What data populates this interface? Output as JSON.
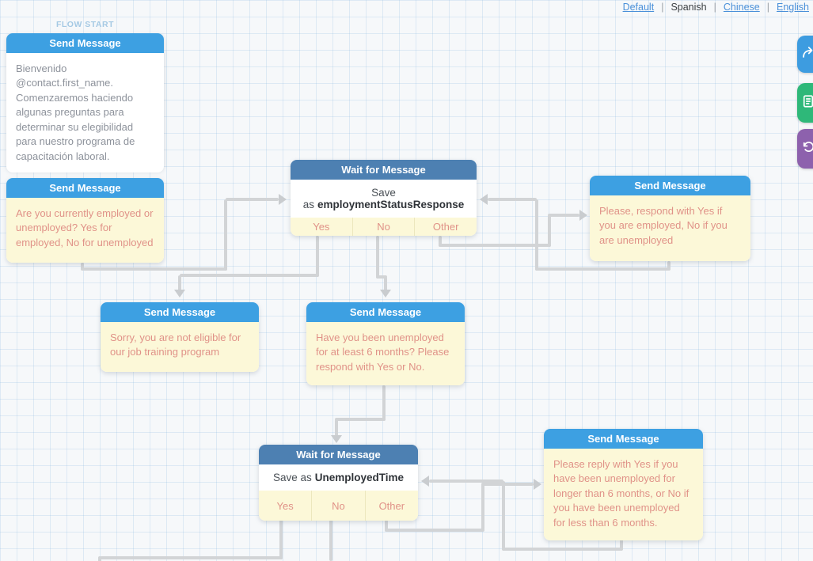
{
  "language_bar": {
    "separator": "|",
    "options": [
      {
        "label": "Default"
      },
      {
        "label": "Spanish"
      },
      {
        "label": "Chinese"
      },
      {
        "label": "English"
      }
    ]
  },
  "canvas": {
    "flow_start_label": "FLOW START"
  },
  "nodes": {
    "welcome": {
      "title": "Send Message",
      "body": "Bienvenido @contact.first_name. Comenzaremos haciendo algunas preguntas para determinar su elegibilidad para nuestro programa de capacitación laboral."
    },
    "ask_employment": {
      "title": "Send Message",
      "body": "Are you currently employed or unemployed? Yes for employed, No for unemployed"
    },
    "wait_employment": {
      "title": "Wait for Message",
      "save_prefix": "Save as",
      "save_var": "employmentStatusResponse",
      "options": [
        "Yes",
        "No",
        "Other"
      ]
    },
    "clarify_employment": {
      "title": "Send Message",
      "body": "Please, respond with Yes if you are employed, No if you are unemployed"
    },
    "not_eligible": {
      "title": "Send Message",
      "body": "Sorry, you are not eligible for our job training program"
    },
    "ask_duration": {
      "title": "Send Message",
      "body": "Have you been unemployed for at least 6 months? Please respond with Yes or No."
    },
    "wait_duration": {
      "title": "Wait for Message",
      "save_prefix": "Save as",
      "save_var": "UnemployedTime",
      "options": [
        "Yes",
        "No",
        "Other"
      ]
    },
    "clarify_duration": {
      "title": "Send Message",
      "body": "Please reply with Yes if you have been unemployed for longer than 6 months, or No if you have been unemployed for less than 6 months."
    }
  },
  "colors": {
    "send_header": "#3da0e2",
    "wait_header": "#4d80b2",
    "node_yellow": "#fcf8d8",
    "untranslated_text": "#e09288",
    "link_blue": "#4a90d9",
    "connector_gray": "#d2d4d6",
    "toolbar_blue": "#3d9ce0",
    "toolbar_green": "#2eb879",
    "toolbar_purple": "#8d61ad"
  }
}
